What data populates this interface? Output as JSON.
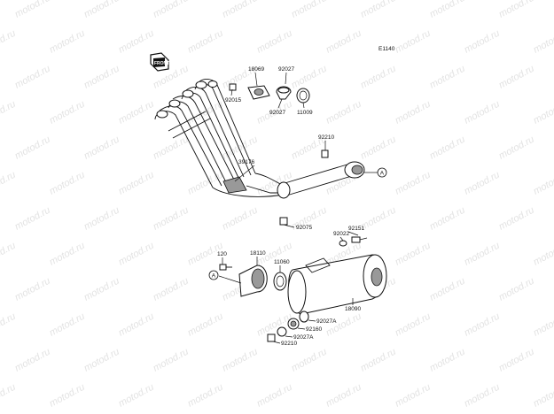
{
  "watermark": "motod.ru",
  "diagram_code": "E1140",
  "front_icon_text": "FRONT",
  "ref_label": "A",
  "parts": [
    {
      "id": "p18069",
      "label": "18069"
    },
    {
      "id": "p92027a",
      "label": "92027"
    },
    {
      "id": "p92027b",
      "label": "92027"
    },
    {
      "id": "p11009",
      "label": "11009"
    },
    {
      "id": "p92015",
      "label": "92015"
    },
    {
      "id": "p92210a",
      "label": "92210"
    },
    {
      "id": "p39176",
      "label": "39176"
    },
    {
      "id": "p92075",
      "label": "92075"
    },
    {
      "id": "p92151",
      "label": "92151"
    },
    {
      "id": "p92022",
      "label": "92022"
    },
    {
      "id": "p120",
      "label": "120"
    },
    {
      "id": "p18110",
      "label": "18110"
    },
    {
      "id": "p11060",
      "label": "11060"
    },
    {
      "id": "p18090",
      "label": "18090"
    },
    {
      "id": "p92027A1",
      "label": "92027A"
    },
    {
      "id": "p92160",
      "label": "92160"
    },
    {
      "id": "p92027A2",
      "label": "92027A"
    },
    {
      "id": "p92210b",
      "label": "92210"
    }
  ],
  "colors": {
    "line": "#111111",
    "watermark": "#e3e3e3",
    "background": "#ffffff"
  }
}
